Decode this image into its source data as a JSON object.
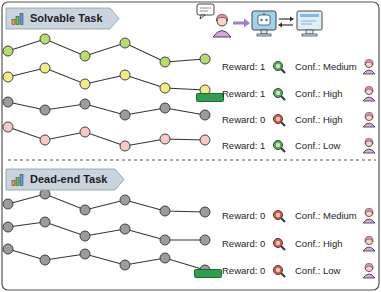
{
  "diagram": {
    "nodes": [
      {
        "text": [
          "Solvable Task"
        ]
      },
      {
        "text": [
          "SUBMIT"
        ]
      },
      {
        "text": [
          "Dead-end Task"
        ]
      },
      {
        "text": [
          "SUBMIT"
        ]
      }
    ],
    "labels": [
      "Reward: 1",
      "Conf.: Medium",
      "Reward: 1",
      "Conf.: High",
      "Reward: 0",
      "Conf.: High",
      "Reward: 1",
      "Conf.: Low",
      "Reward: 0",
      "Conf.: Medium",
      "Reward: 0",
      "Conf.: High",
      "Reward: 0",
      "Conf.: Low"
    ]
  }
}
